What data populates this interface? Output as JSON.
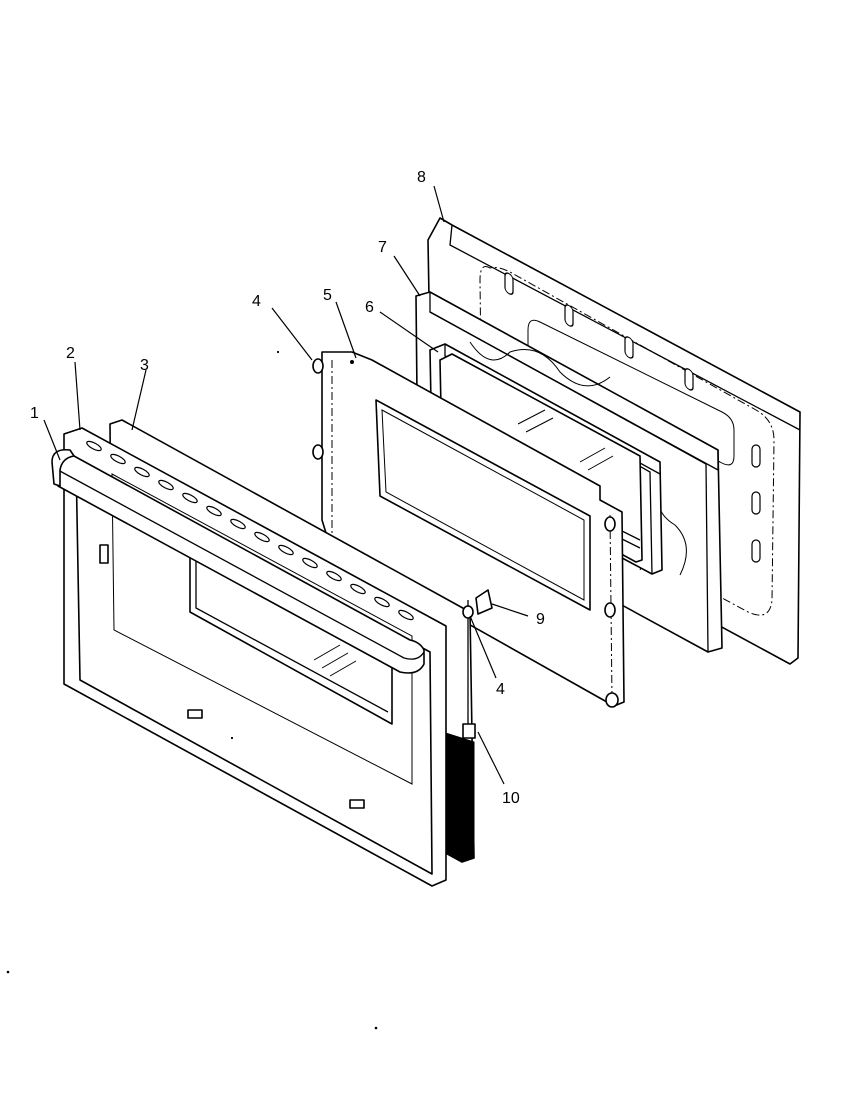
{
  "diagram": {
    "callouts": [
      {
        "id": "c1",
        "label": "1"
      },
      {
        "id": "c2",
        "label": "2"
      },
      {
        "id": "c3",
        "label": "3"
      },
      {
        "id": "c4a",
        "label": "4"
      },
      {
        "id": "c5",
        "label": "5"
      },
      {
        "id": "c6",
        "label": "6"
      },
      {
        "id": "c7",
        "label": "7"
      },
      {
        "id": "c8",
        "label": "8"
      },
      {
        "id": "c9",
        "label": "9"
      },
      {
        "id": "c4b",
        "label": "4"
      },
      {
        "id": "c10",
        "label": "10"
      }
    ]
  }
}
